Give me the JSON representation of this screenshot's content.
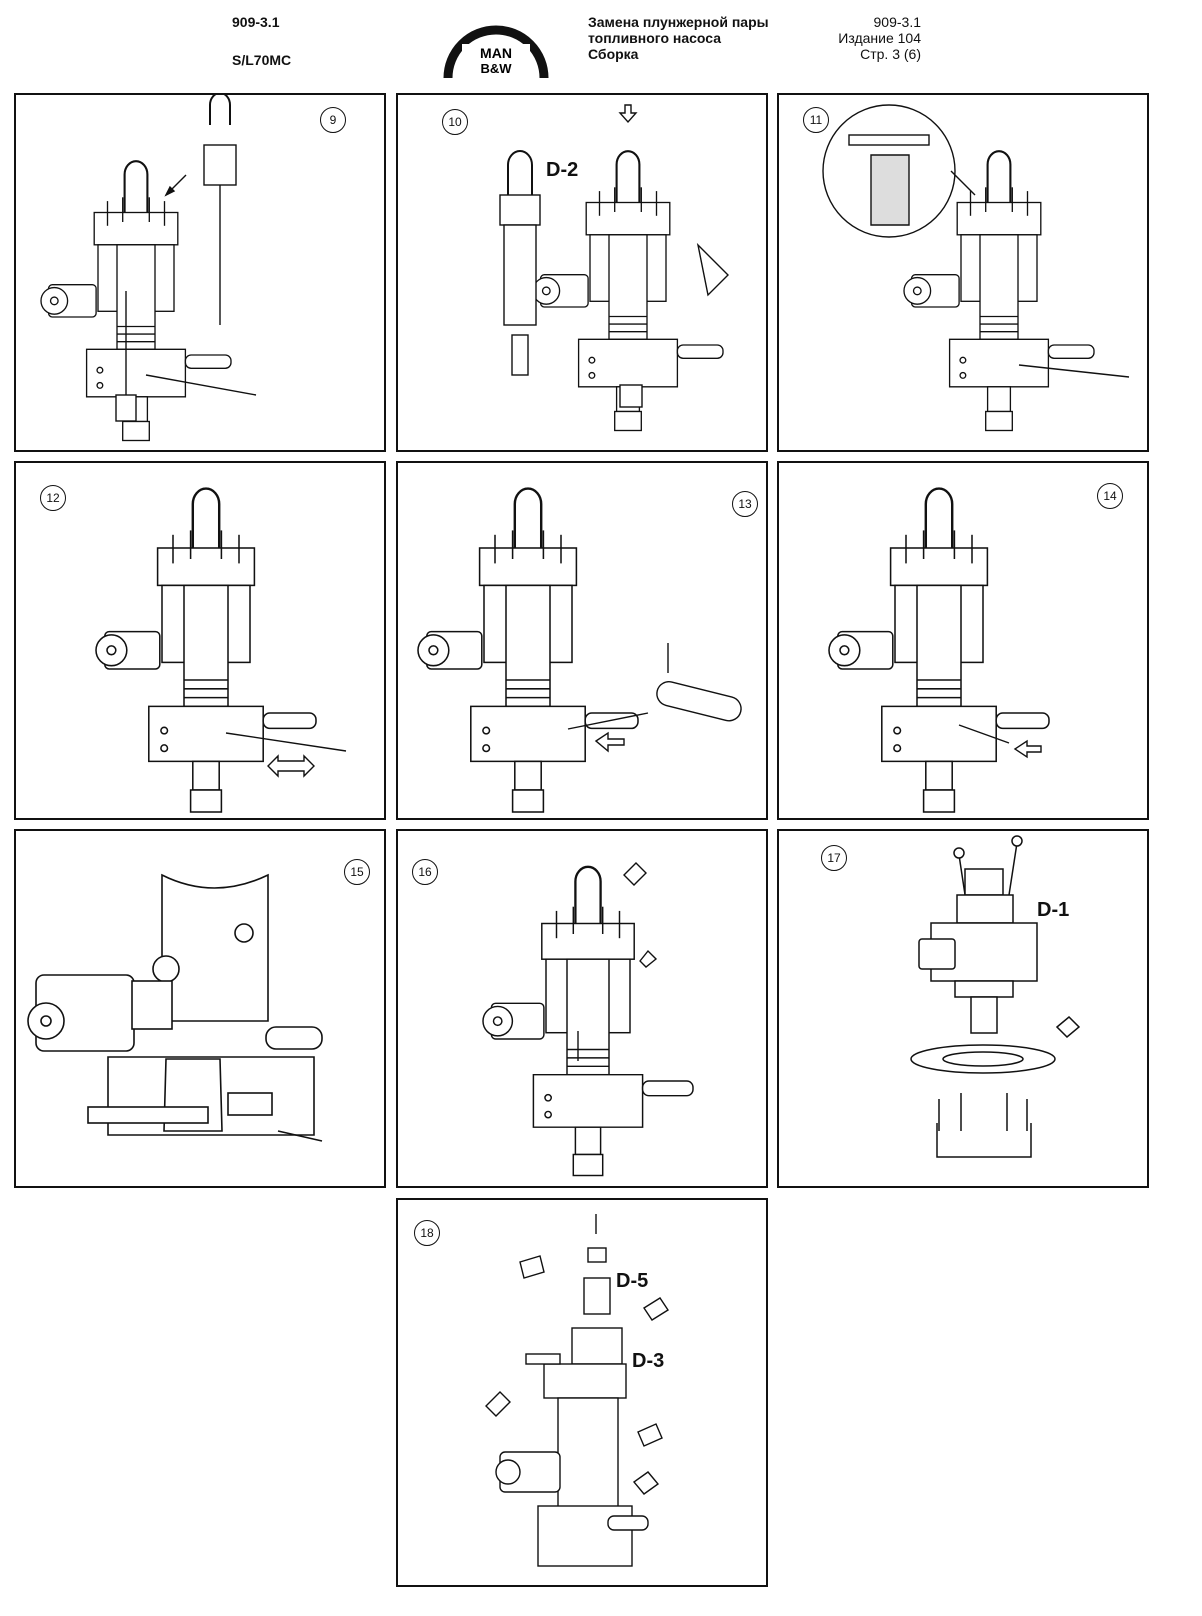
{
  "header": {
    "doc_code": "909-3.1",
    "engine": "S/L70MC",
    "logo_line1": "MAN",
    "logo_line2": "B&W",
    "title_lines": [
      "Замена плунжерной пары",
      "топливного насоса",
      "Сборка"
    ],
    "ref_code": "909-3.1",
    "edition": "Издание 104",
    "page": "Стр. 3 (6)"
  },
  "panels": [
    {
      "num": "9"
    },
    {
      "num": "10",
      "callouts": [
        "D-2"
      ]
    },
    {
      "num": "11"
    },
    {
      "num": "12"
    },
    {
      "num": "13"
    },
    {
      "num": "14"
    },
    {
      "num": "15"
    },
    {
      "num": "16"
    },
    {
      "num": "17",
      "callouts": [
        "D-1"
      ]
    },
    {
      "num": "18",
      "callouts": [
        "D-5",
        "D-3"
      ]
    }
  ]
}
